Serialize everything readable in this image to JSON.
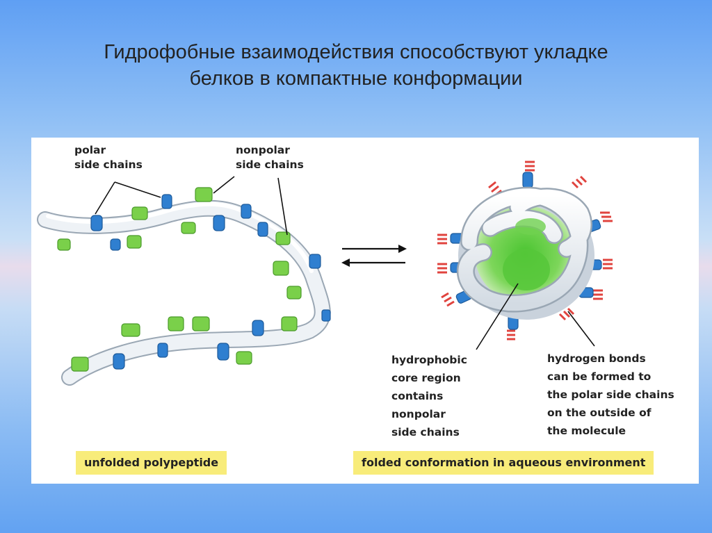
{
  "slide": {
    "title_lines": [
      "Гидрофобные взаимодействия способствуют укладке",
      "белков в компактные конформации"
    ]
  },
  "figure": {
    "labels": {
      "polar": [
        "polar",
        "side chains"
      ],
      "nonpolar": [
        "nonpolar",
        "side chains"
      ],
      "core": [
        "hydrophobic",
        "core region",
        "contains",
        "nonpolar",
        "side chains"
      ],
      "hbonds": [
        "hydrogen bonds",
        "can be formed to",
        "the polar side chains",
        "on the outside of",
        "the molecule"
      ]
    },
    "captions": {
      "unfolded": "unfolded polypeptide",
      "folded": "folded conformation in aqueous environment"
    },
    "icons": [
      "equilibrium-arrows-icon"
    ],
    "colors": {
      "polar_side_chain": "#2f7fd0",
      "nonpolar_side_chain": "#7ad04a",
      "backbone": "#e9eef3",
      "hydrogen_bond": "#e0433e",
      "caption_bg": "#f8ec7a"
    }
  }
}
